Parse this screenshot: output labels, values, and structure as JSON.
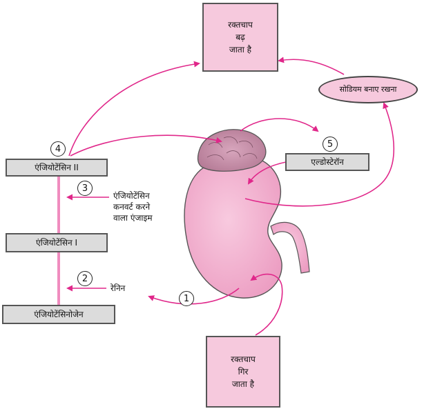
{
  "boxes": {
    "bp_rises": [
      "रक्तचाप",
      "बढ़",
      "जाता है"
    ],
    "bp_falls": [
      "रक्तचाप",
      "गिर",
      "जाता है"
    ],
    "sodium": "सोडियम बनाए रखना",
    "aldosterone": "एल्डोस्टेरॉन",
    "angiotensin2": "एंजियोटेंसिन II",
    "angiotensin1": "एंजियोटेंसिन I",
    "angiotensinogen": "एंजियोटेंसिनोजेन"
  },
  "labels": {
    "ace": [
      "एंजियोटेंसिन",
      "कनवर्ट करने",
      "वाला एंजाइम"
    ],
    "renin": "रेनिन"
  },
  "steps": [
    "1",
    "2",
    "3",
    "4",
    "5"
  ],
  "colors": {
    "arrow": "#e0278a",
    "pink_fill": "#f6c9dd",
    "gray_fill": "#dcdcdc",
    "kidney": "#f4b3cf",
    "adrenal": "#c58fa8",
    "pathway_line": "#f08cbf"
  }
}
